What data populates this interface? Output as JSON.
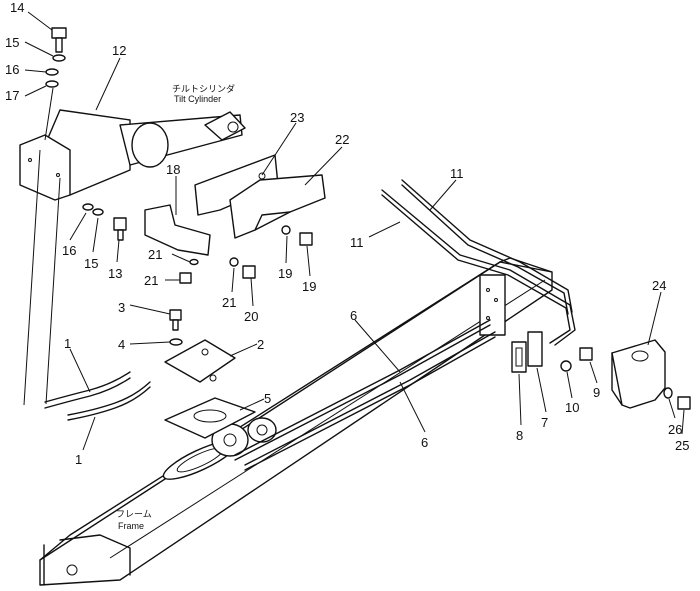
{
  "captions": {
    "tilt_cylinder_jp": "チルトシリンダ",
    "tilt_cylinder_en": "Tilt Cylinder",
    "frame_jp": "フレーム",
    "frame_en": "Frame"
  },
  "callouts": [
    "14",
    "15",
    "16",
    "17",
    "12",
    "23",
    "22",
    "18",
    "11",
    "11",
    "16",
    "15",
    "13",
    "21",
    "21",
    "19",
    "21",
    "19",
    "20",
    "3",
    "24",
    "6",
    "4",
    "2",
    "1",
    "9",
    "5",
    "10",
    "7",
    "8",
    "26",
    "25",
    "6",
    "1"
  ]
}
